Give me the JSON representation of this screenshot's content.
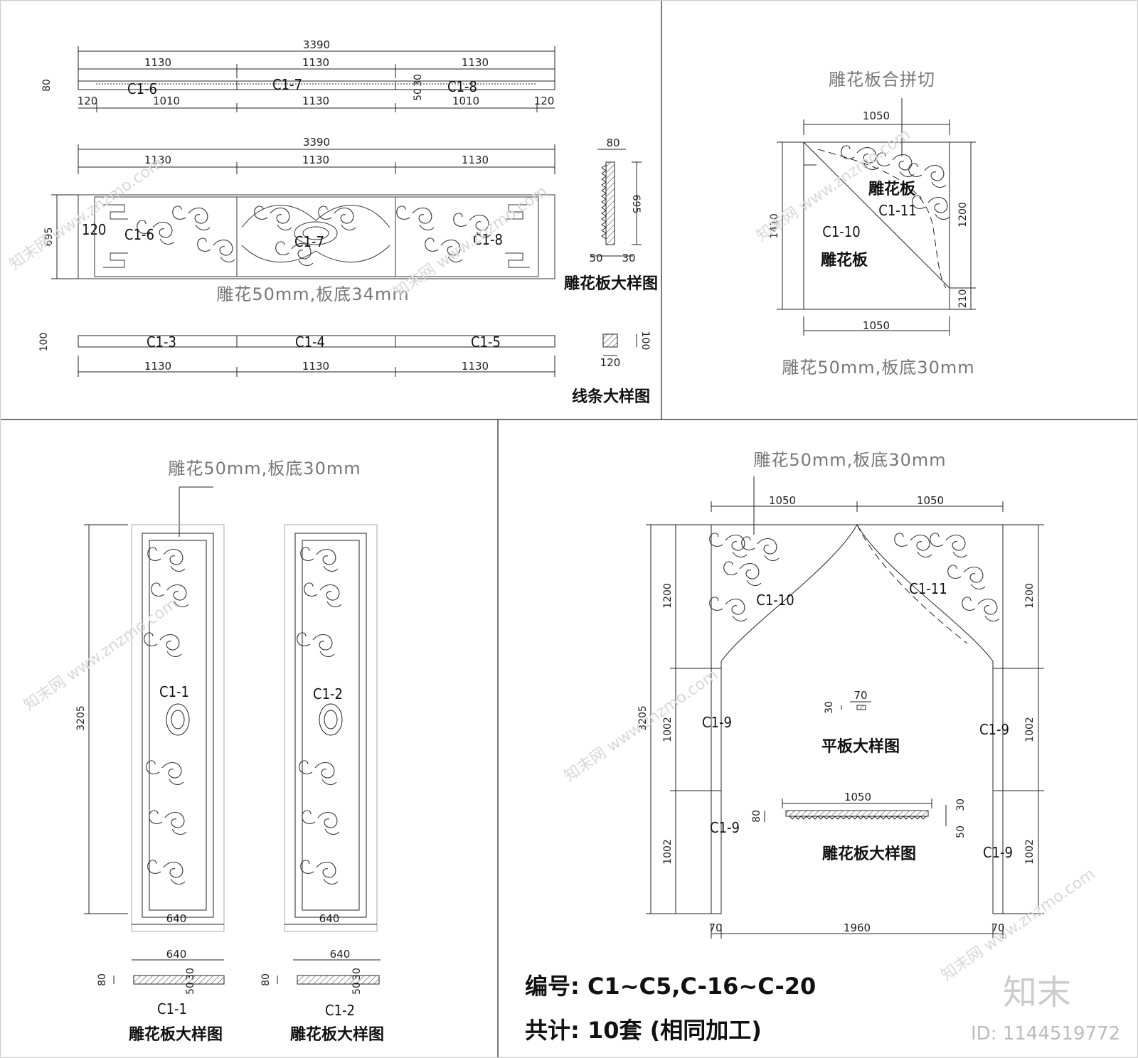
{
  "panel_tl": {
    "top": {
      "total": "3390",
      "segs": [
        "1130",
        "1130",
        "1130"
      ],
      "sub": [
        "120",
        "1010",
        "1130",
        "1010",
        "120"
      ],
      "height": "80",
      "labels": [
        "C1-6",
        "C1-7",
        "C1-8"
      ],
      "d50": "50",
      "d30": "30"
    },
    "main": {
      "total": "3390",
      "segs": [
        "1130",
        "1130",
        "1130"
      ],
      "height": "695",
      "inner": "120",
      "labels": [
        "C1-6",
        "C1-7",
        "C1-8"
      ],
      "note": "雕花50mm,板底34mm"
    },
    "strip": {
      "height": "100",
      "labels": [
        "C1-3",
        "C1-4",
        "C1-5"
      ],
      "segs": [
        "1130",
        "1130",
        "1130"
      ]
    },
    "detail": {
      "w": "80",
      "h": "695",
      "b1": "50",
      "b2": "30",
      "caption": "雕花板大样图"
    },
    "line_detail": {
      "h": "100",
      "w": "120",
      "caption": "线条大样图"
    }
  },
  "panel_tr": {
    "title": "雕花板合拼切",
    "top_w": "1050",
    "bottom_w": "1050",
    "left_h": "1410",
    "right_h": "1200",
    "right_b": "210",
    "label_a": "雕花板",
    "label_a_code": "C1-11",
    "label_b_code": "C1-10",
    "label_b": "雕花板",
    "note": "雕花50mm,板底30mm"
  },
  "panel_bl": {
    "note": "雕花50mm,板底30mm",
    "height": "3205",
    "panels": [
      {
        "code": "C1-1",
        "w": "640",
        "detail_w": "640",
        "detail_h": "80",
        "d30": "30",
        "d50": "50",
        "caption_code": "C1-1",
        "caption": "雕花板大样图"
      },
      {
        "code": "C1-2",
        "w": "640",
        "detail_w": "640",
        "detail_h": "80",
        "d30": "30",
        "d50": "50",
        "caption_code": "C1-2",
        "caption": "雕花板大样图"
      }
    ]
  },
  "panel_br": {
    "note": "雕花50mm,板底30mm",
    "top_l": "1050",
    "top_r": "1050",
    "total_h": "3205",
    "h1": "1200",
    "h2": "1002",
    "h3": "1002",
    "r1": "1200",
    "r2": "1002",
    "r3": "1002",
    "arch_l": "C1-10",
    "arch_r": "C1-11",
    "side": [
      "C1-9",
      "C1-9",
      "C1-9",
      "C1-9"
    ],
    "flat": {
      "w": "70",
      "h": "30",
      "caption": "平板大样图"
    },
    "carve": {
      "w": "1050",
      "h1": "80",
      "h2": "30",
      "h3": "50",
      "caption": "雕花板大样图"
    },
    "bottom": [
      "70",
      "1960",
      "70"
    ],
    "code_line": "编号: C1~C5,C-16~C-20",
    "count_line": "共计: 10套 (相同加工)"
  },
  "watermark": {
    "text": "知末网 www.znzmo.com",
    "logo": "知末",
    "id": "ID: 1144519772"
  }
}
